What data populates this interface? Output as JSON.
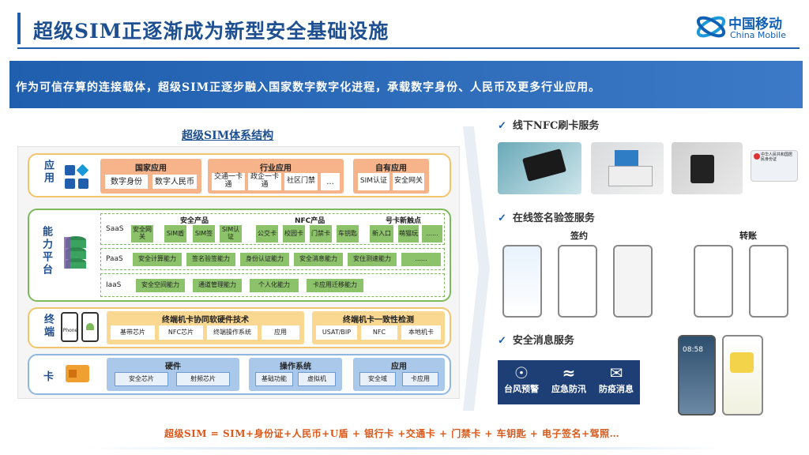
{
  "title": "超级SIM正逐渐成为新型安全基础设施",
  "logo": {
    "cn": "中国移动",
    "en": "China Mobile"
  },
  "banner": "作为可信存算的连接载体，超级SIM正逐步融入国家数字数字化进程，承载数字身份、人民币及更多行业应用。",
  "arch": {
    "title": "超级SIM体系结构",
    "app": {
      "label": "应用",
      "groups": [
        {
          "title": "国家应用",
          "items": [
            "数字身份",
            "数字人民币"
          ]
        },
        {
          "title": "行业应用",
          "items": [
            "交通一卡通",
            "政企一卡通",
            "社区门禁",
            "..."
          ]
        },
        {
          "title": "自有应用",
          "items": [
            "SIM认证",
            "安全网关"
          ]
        }
      ]
    },
    "cap": {
      "label": "能力平台",
      "saas": {
        "label": "SaaS",
        "g1": "安全产品",
        "g2": "NFC产品",
        "g3": "号卡新触点",
        "items1": [
          "安全网关",
          "SIM盾",
          "SIM签",
          "SIM认证"
        ],
        "items2": [
          "公交卡",
          "校园卡",
          "门禁卡",
          "车钥匙"
        ],
        "items3": [
          "新入口",
          "萌猫玩",
          "......"
        ]
      },
      "paas": {
        "label": "PaaS",
        "items": [
          "安全计算能力",
          "签名验签能力",
          "身份认证能力",
          "安全消息能力",
          "安住测速能力",
          "......"
        ]
      },
      "iaas": {
        "label": "IaaS",
        "items": [
          "安全空间能力",
          "通道管理能力",
          "个人化能力",
          "卡应用迁移能力"
        ]
      }
    },
    "term": {
      "label": "终端",
      "iphone": "iPhone",
      "g1": {
        "title": "终端机卡协同软硬件技术",
        "items": [
          "基带芯片",
          "NFC芯片",
          "终端操作系统",
          "应用"
        ]
      },
      "g2": {
        "title": "终端机卡一致性检测",
        "items": [
          "USAT/BIP",
          "NFC",
          "本地机卡"
        ]
      }
    },
    "card": {
      "label": "卡",
      "g1": {
        "title": "硬件",
        "items": [
          "安全芯片",
          "射频芯片"
        ]
      },
      "g2": {
        "title": "操作系统",
        "items": [
          "基础功能",
          "虚拟机"
        ]
      },
      "g3": {
        "title": "应用",
        "items": [
          "安全域",
          "卡应用"
        ]
      }
    }
  },
  "services": {
    "nfc": "线下NFC刷卡服务",
    "sign": "在线签名验签服务",
    "msg": "安全消息服务",
    "sign_left": "签约",
    "sign_right": "转账",
    "id_card": "中华人民共和国居民身份证",
    "tiles": [
      "台风预警",
      "应急防汛",
      "防疫消息"
    ],
    "phone_time": "08:58"
  },
  "formula": "超级SIM = SIM+身份证+人民币+U盾 + 银行卡 +交通卡 + 门禁卡 + 车钥匙 + 电子签名+驾照…",
  "colors": {
    "primary": "#1f5fae",
    "orange": "#f0a060",
    "green": "#7cb95a",
    "blue": "#8fb8e0",
    "formula": "#d9581a"
  }
}
